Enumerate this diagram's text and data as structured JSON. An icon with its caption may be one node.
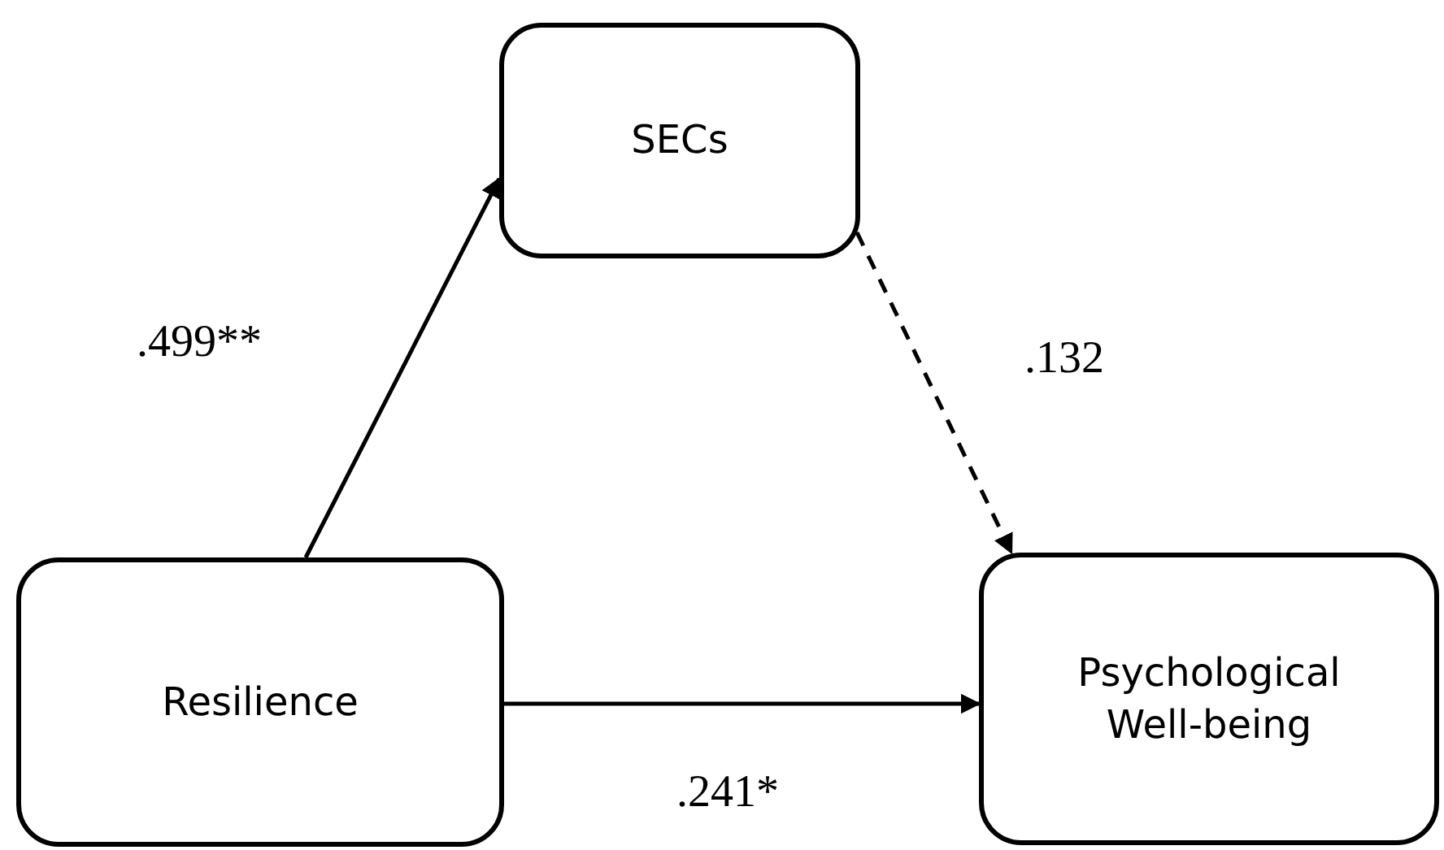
{
  "diagram": {
    "nodes": [
      {
        "text": [
          "SECs"
        ]
      },
      {
        "text": [
          "Resilience"
        ]
      },
      {
        "text": [
          "Psychological Well-being"
        ]
      }
    ],
    "edges": [
      {
        "from": 1,
        "to": 0,
        "arrow": "to",
        "label": ".499**"
      },
      {
        "from": 0,
        "to": 2,
        "arrow": "to",
        "label": ".132",
        "style": "dashed"
      },
      {
        "from": 1,
        "to": 2,
        "arrow": "to",
        "label": ".241*"
      }
    ]
  }
}
